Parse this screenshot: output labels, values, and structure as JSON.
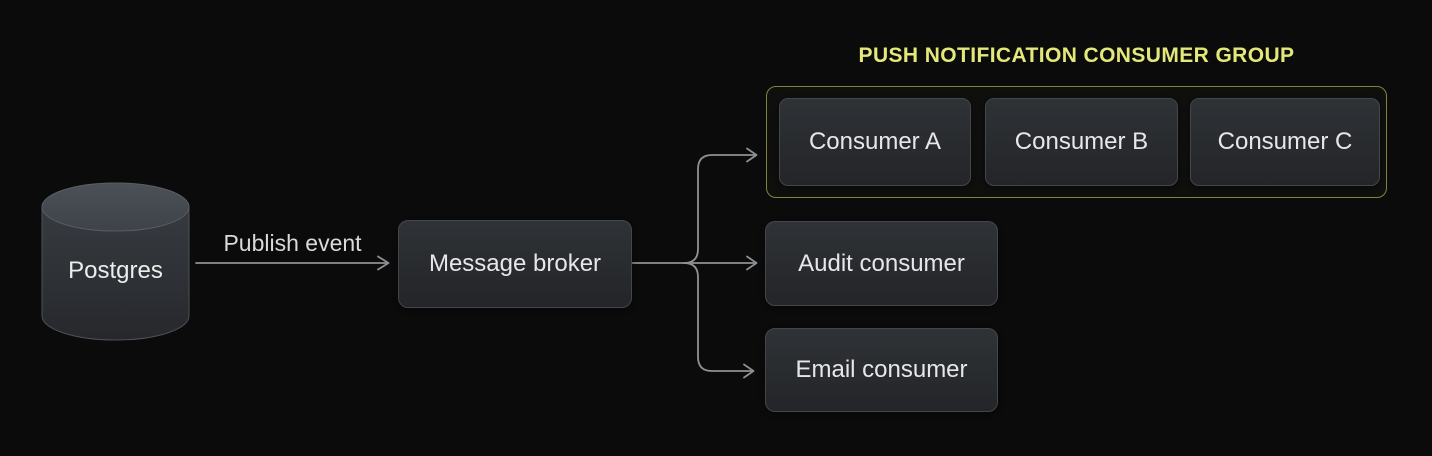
{
  "diagram": {
    "nodes": {
      "postgres": {
        "label": "Postgres",
        "shape": "database-cylinder"
      },
      "message_broker": {
        "label": "Message broker"
      },
      "consumer_a": {
        "label": "Consumer A"
      },
      "consumer_b": {
        "label": "Consumer B"
      },
      "consumer_c": {
        "label": "Consumer C"
      },
      "audit_consumer": {
        "label": "Audit consumer"
      },
      "email_consumer": {
        "label": "Email consumer"
      }
    },
    "groups": {
      "push_notification": {
        "title": "PUSH NOTIFICATION CONSUMER GROUP"
      }
    },
    "edges": {
      "publish_event": {
        "label": "Publish event"
      }
    },
    "colors": {
      "background": "#0b0b0b",
      "node_fill_top": "#2f3236",
      "node_fill_bottom": "#232528",
      "node_border": "#43464b",
      "node_text": "#e6e7e8",
      "line": "#8e9194",
      "group_border": "#81843f",
      "group_title": "#e4e878",
      "group_bg": "#0f0f0e"
    }
  }
}
